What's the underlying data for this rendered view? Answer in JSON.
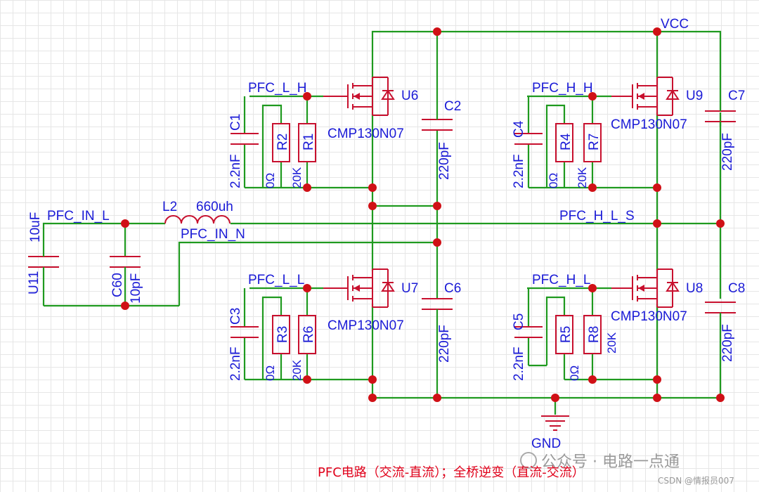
{
  "nets": {
    "vcc": "VCC",
    "gnd": "GND",
    "pfc_l_h": "PFC_L_H",
    "pfc_h_h": "PFC_H_H",
    "pfc_l_l": "PFC_L_L",
    "pfc_h_l": "PFC_H_L",
    "pfc_in_l": "PFC_IN_L",
    "pfc_in_n": "PFC_IN_N",
    "pfc_h_l_s": "PFC_H_L_S"
  },
  "components": {
    "u6": "U6",
    "u7": "U7",
    "u8": "U8",
    "u9": "U9",
    "mosfet_part": "CMP130N07",
    "c1": "C1",
    "c3": "C3",
    "c4": "C4",
    "c5": "C5",
    "cap_2n2": "2.2nF",
    "r1": "R1",
    "r2": "R2",
    "r3": "R3",
    "r4": "R4",
    "r5": "R5",
    "r6": "R6",
    "r7": "R7",
    "r8": "R8",
    "res_0": "0Ω",
    "res_20k": "20K",
    "c2": "C2",
    "c6": "C6",
    "c7": "C7",
    "c8": "C8",
    "cap_220p": "220pF",
    "l2": "L2",
    "l2_val": "660uh",
    "u11": "U11",
    "u11_val": "10uF",
    "c60": "C60",
    "c60_val": "10pF"
  },
  "caption": "PFC电路（交流-直流）；全桥逆变（直流-交流）",
  "watermark": "公众号 · 电路一点通",
  "watermark_small": "CSDN @情报员007"
}
